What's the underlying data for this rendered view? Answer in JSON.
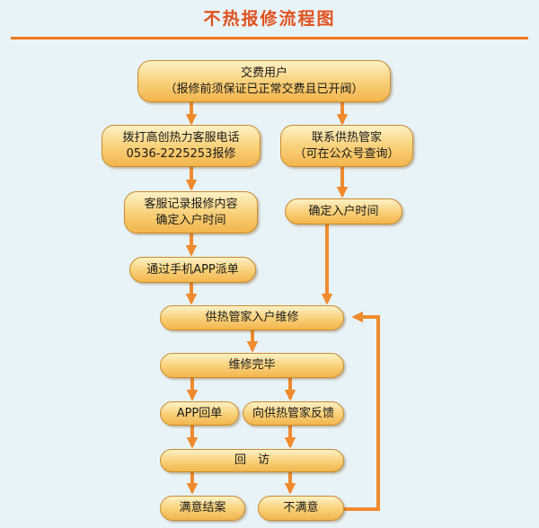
{
  "title": "不热报修流程图",
  "nodes": {
    "pay_user": {
      "line1": "交费用户",
      "line2": "（报修前须保证已正常交费且已开阀）"
    },
    "call_hotline": {
      "line1": "拨打高创热力客服电话",
      "line2": "0536-2225253报修"
    },
    "contact_manager": {
      "line1": "联系供热管家",
      "line2": "（可在公众号查询）"
    },
    "record_content": {
      "line1": "客服记录报修内容",
      "line2": "确定入户时间"
    },
    "confirm_time": {
      "line1": "确定入户时间"
    },
    "app_dispatch": {
      "line1": "通过手机APP派单"
    },
    "home_repair": {
      "line1": "供热管家入户维修"
    },
    "repair_done": {
      "line1": "维修完毕"
    },
    "app_reply": {
      "line1": "APP回单"
    },
    "feedback": {
      "line1": "向供热管家反馈"
    },
    "revisit": {
      "line1": "回　访"
    },
    "satisfied": {
      "line1": "满意结案"
    },
    "unsatisfied": {
      "line1": "不满意"
    }
  },
  "colors": {
    "arrow": "#F08A2E",
    "title": "#E0521F",
    "box_top": "#FDF1C6",
    "box_bottom": "#F3B54C",
    "background": "#E8F3F8"
  }
}
